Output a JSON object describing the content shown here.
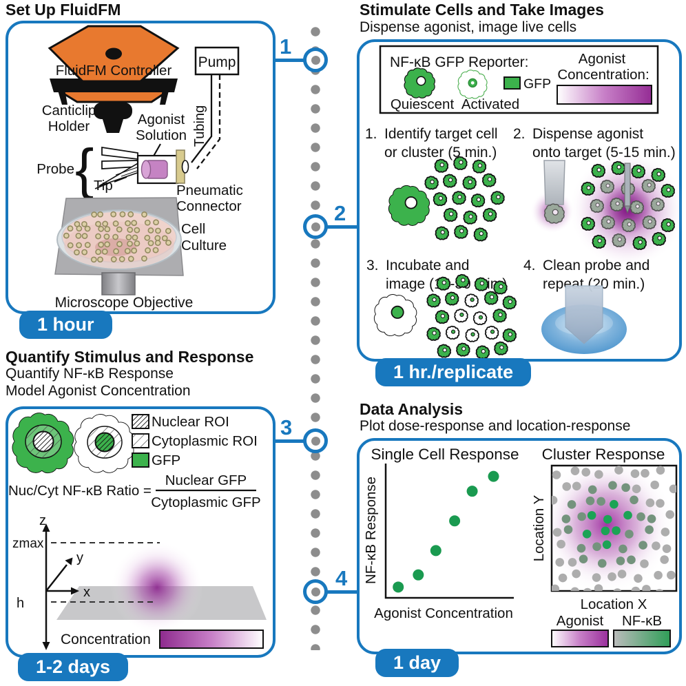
{
  "colors": {
    "accent_blue": "#1878BE",
    "controller_orange": "#E8792F",
    "purple": "#952D95",
    "cell_green": "#3CB24C",
    "scatter_green": "#1A9A50",
    "timeline_gray": "#8D8D8D"
  },
  "timeline": {
    "steps": [
      "1",
      "2",
      "3",
      "4"
    ]
  },
  "setup": {
    "title": "Set Up FluidFM",
    "controller": "FluidFM Controller",
    "pump": "Pump",
    "canticlip_line1": "Canticlip",
    "canticlip_line2": "Holder",
    "agonist_line1": "Agonist",
    "agonist_line2": "Solution",
    "tubing": "Tubing",
    "probe": "Probe",
    "brace": "{",
    "tip": "Tip",
    "pneumatic_line1": "Pneumatic",
    "pneumatic_line2": "Connector",
    "cell_culture_line1": "Cell",
    "cell_culture_line2": "Culture",
    "objective": "Microscope Objective",
    "badge": "1 hour"
  },
  "stimulate": {
    "title": "Stimulate Cells and Take Images",
    "subtitle": "Dispense agonist, image live cells",
    "reporter_label": "NF-κB GFP Reporter:",
    "quiescent": "Quiescent",
    "activated": "Activated",
    "gfp": "GFP",
    "agonist_line1": "Agonist",
    "agonist_line2": "Concentration:",
    "step1_num": "1.",
    "step1_line1": "Identify target cell",
    "step1_line2": "or cluster (5 min.)",
    "step2_num": "2.",
    "step2_line1": "Dispense agonist",
    "step2_line2": "onto target (5-15 min.)",
    "step3_num": "3.",
    "step3_line1": "Incubate and",
    "step3_line2": "image (15-30 min.)",
    "step4_num": "4.",
    "step4_line1": "Clean probe and",
    "step4_line2": "repeat (20 min.)",
    "badge": "1 hr./replicate"
  },
  "quantify": {
    "title": "Quantify Stimulus and Response",
    "subtitle1": "Quantify NF-κB Response",
    "subtitle2": "Model Agonist Concentration",
    "legend_nuclear": "Nuclear ROI",
    "legend_cytoplasmic": "Cytoplasmic ROI",
    "legend_gfp": "GFP",
    "formula_lhs": "Nuc/Cyt NF-κB Ratio =",
    "formula_num": "Nuclear GFP",
    "formula_den": "Cytoplasmic GFP",
    "axis_z": "z",
    "axis_y": "y",
    "axis_x": "x",
    "zmax": "zmax",
    "h": "h",
    "concentration": "Concentration",
    "badge": "1-2 days"
  },
  "analysis": {
    "title": "Data Analysis",
    "subtitle": "Plot dose-response and location-response",
    "single_title": "Single Cell Response",
    "single_ylabel": "NF-κB Response",
    "single_xlabel": "Agonist Concentration",
    "cluster_title": "Cluster Response",
    "cluster_ylabel": "Location Y",
    "cluster_xlabel": "Location X",
    "legend_agonist": "Agonist",
    "legend_nfkb": "NF-κB",
    "badge": "1 day"
  },
  "chart_data": {
    "type": "scatter",
    "title": "Single Cell Response",
    "xlabel": "Agonist Concentration",
    "ylabel": "NF-κB Response",
    "x_norm": [
      0.1,
      0.26,
      0.4,
      0.55,
      0.69,
      0.86
    ],
    "y_norm": [
      0.08,
      0.17,
      0.35,
      0.57,
      0.79,
      0.9
    ],
    "note": "Axes have no tick labels; values are normalized 0-1 fractions of axis length, increasing monotonically",
    "point_color": "#1A9A50",
    "legend_position": "none",
    "grid": false
  }
}
